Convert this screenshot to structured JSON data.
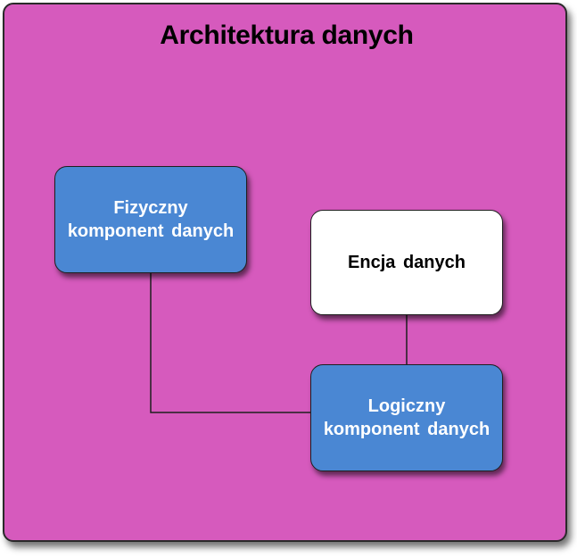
{
  "diagram": {
    "title": "Architektura danych",
    "nodes": [
      {
        "id": "fizyczny",
        "label": "Fizyczny\nkomponent danych",
        "fill": "#4a87d3"
      },
      {
        "id": "encja",
        "label": "Encja danych",
        "fill": "#ffffff"
      },
      {
        "id": "logiczny",
        "label": "Logiczny\nkomponent danych",
        "fill": "#4a87d3"
      }
    ],
    "edges": [
      {
        "from": "fizyczny",
        "to": "logiczny"
      },
      {
        "from": "encja",
        "to": "logiczny"
      }
    ],
    "colors": {
      "background": "#d65abd",
      "node_blue": "#4a87d3",
      "node_white": "#ffffff",
      "line": "#1f1f1f"
    }
  }
}
